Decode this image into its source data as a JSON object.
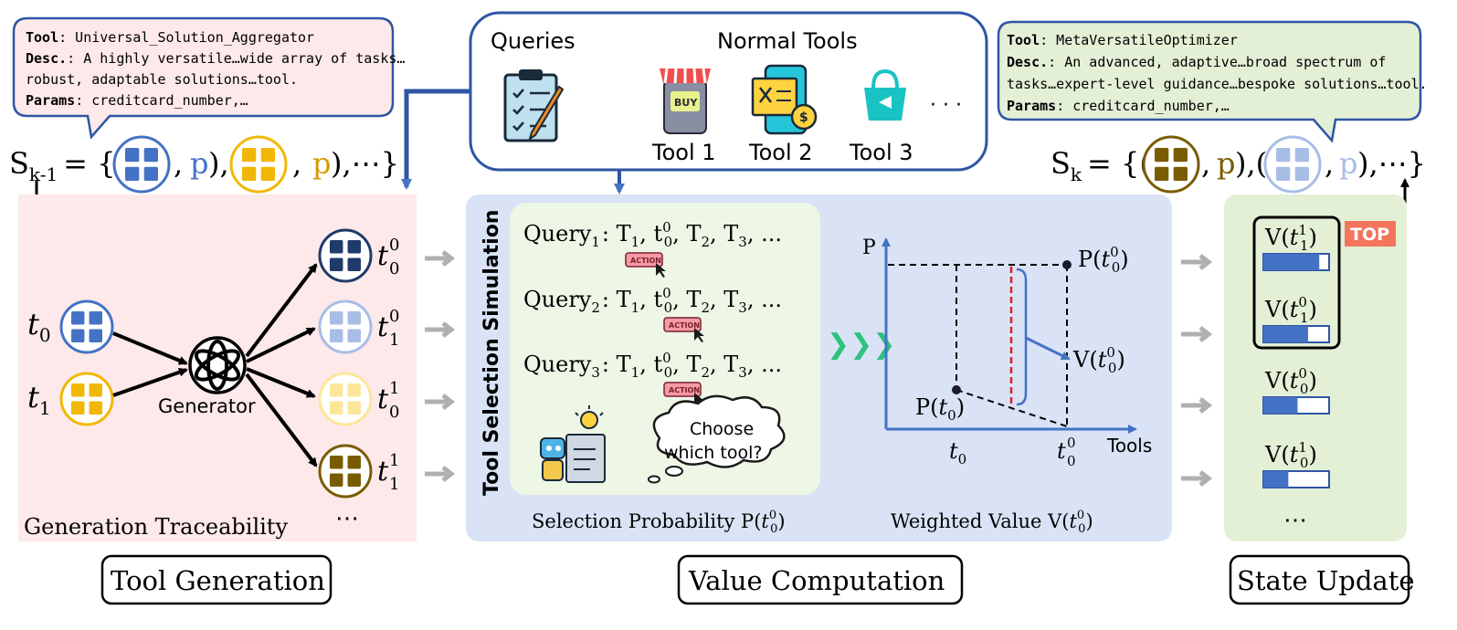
{
  "left_tooltip": {
    "tool_label": "Tool",
    "tool_value": ": Universal_Solution_Aggregator",
    "desc_label": "Desc.",
    "desc_value": ": A highly versatile…wide array of tasks…",
    "desc_line2": "robust, adaptable solutions…tool.",
    "params_label": "Params",
    "params_value": ": creditcard_number,…"
  },
  "right_tooltip": {
    "tool_label": "Tool",
    "tool_value": ": MetaVersatileOptimizer",
    "desc_label": "Desc.",
    "desc_value": ": An advanced, adaptive…broad spectrum of",
    "desc_line2": "tasks…expert-level guidance…bespoke solutions…tool.",
    "params_label": "Params",
    "params_value": ": creditcard_number,…"
  },
  "state_prev": {
    "s": "S",
    "sub": "k-1",
    "eq": "= {(",
    "p": "p",
    "close": "),⋯}",
    "mid": "),(",
    "sep": ","
  },
  "state_next": {
    "s": "S",
    "sub": "k",
    "eq": "= {(",
    "p": "p",
    "close": "),⋯}",
    "mid": "),(",
    "sep": ","
  },
  "top_box": {
    "queries": "Queries",
    "normal_tools": "Normal Tools",
    "tool1": "Tool 1",
    "tool2": "Tool 2",
    "tool3": "Tool 3",
    "ellipsis": "· · ·",
    "buy": "BUY"
  },
  "generation": {
    "t0": "t",
    "t0_sub": "0",
    "t1": "t",
    "t1_sub": "1",
    "generator": "Generator",
    "out1": "t",
    "out1_sup": "0",
    "out1_sub": "0",
    "out2": "t",
    "out2_sup": "0",
    "out2_sub": "1",
    "out3": "t",
    "out3_sup": "1",
    "out3_sub": "0",
    "out4": "t",
    "out4_sup": "1",
    "out4_sub": "1",
    "more": "⋯",
    "footer": "Generation Traceability"
  },
  "simulation": {
    "vertical_title": "Tool Selection Simulation",
    "queries": [
      {
        "q": "Query",
        "n": "1",
        "list_a": ": T",
        "a_sub": "1",
        "list_b": ", t",
        "b_sup": "0",
        "b_sub": "0",
        "list_c": ", T",
        "c_sub": "2",
        "list_d": ", T",
        "d_sub": "3",
        "tail": ", ..."
      },
      {
        "q": "Query",
        "n": "2",
        "list_a": ": T",
        "a_sub": "1",
        "list_b": ", t",
        "b_sup": "0",
        "b_sub": "0",
        "list_c": ", T",
        "c_sub": "2",
        "list_d": ", T",
        "d_sub": "3",
        "tail": ", ..."
      },
      {
        "q": "Query",
        "n": "3",
        "list_a": ": T",
        "a_sub": "1",
        "list_b": ", t",
        "b_sup": "0",
        "b_sub": "0",
        "list_c": ", T",
        "c_sub": "2",
        "list_d": ", T",
        "d_sub": "3",
        "tail": ", ..."
      }
    ],
    "action": "ACTION",
    "cloud_line1": "Choose",
    "cloud_line2": "which tool?",
    "footer": "Selection Probability P(",
    "footer_t": "t",
    "footer_sup": "0",
    "footer_sub": "0",
    "footer_close": ")"
  },
  "plot": {
    "y_axis": "P",
    "x_axis": "Tools",
    "p_top": "P(",
    "p_top_t": "t",
    "p_top_sup": "0",
    "p_top_sub": "0",
    "p_top_close": ")",
    "v_label": "V(",
    "v_label_t": "t",
    "v_sup": "0",
    "v_sub": "0",
    "v_close": ")",
    "p_low": "P(",
    "p_low_t": "t",
    "p_low_sub": "0",
    "p_low_close": ")",
    "x_t0": "t",
    "x_t0_sub": "0",
    "x_t00": "t",
    "x_t00_sup": "0",
    "x_t00_sub": "0",
    "footer": "Weighted Value V(",
    "footer_t": "t",
    "footer_sup": "0",
    "footer_sub": "0",
    "footer_close": ")",
    "chevrons": "❯❯❯"
  },
  "state_update": {
    "top_badge": "TOP",
    "items": [
      {
        "v": "V(",
        "t": "t",
        "sup": "1",
        "sub": "1",
        "close": ")",
        "fill": 0.85
      },
      {
        "v": "V(",
        "t": "t",
        "sup": "0",
        "sub": "1",
        "close": ")",
        "fill": 0.68
      },
      {
        "v": "V(",
        "t": "t",
        "sup": "0",
        "sub": "0",
        "close": ")",
        "fill": 0.52
      },
      {
        "v": "V(",
        "t": "t",
        "sup": "1",
        "sub": "0",
        "close": ")",
        "fill": 0.38
      }
    ],
    "more": "⋯"
  },
  "footers": {
    "tool_generation": "Tool Generation",
    "value_computation": "Value Computation",
    "state_update": "State Update"
  },
  "colors": {
    "blue": "#4472c4",
    "yellow": "#f2b705",
    "brown": "#7a5c00",
    "navy": "#1f3a6b",
    "light_blue": "#a8bde6",
    "light_yellow": "#fde69a",
    "pink_panel": "#fde9ea",
    "blue_panel": "#d9e3f5",
    "green_panel": "#e3f0d6",
    "green_inner": "#eef6e6"
  }
}
